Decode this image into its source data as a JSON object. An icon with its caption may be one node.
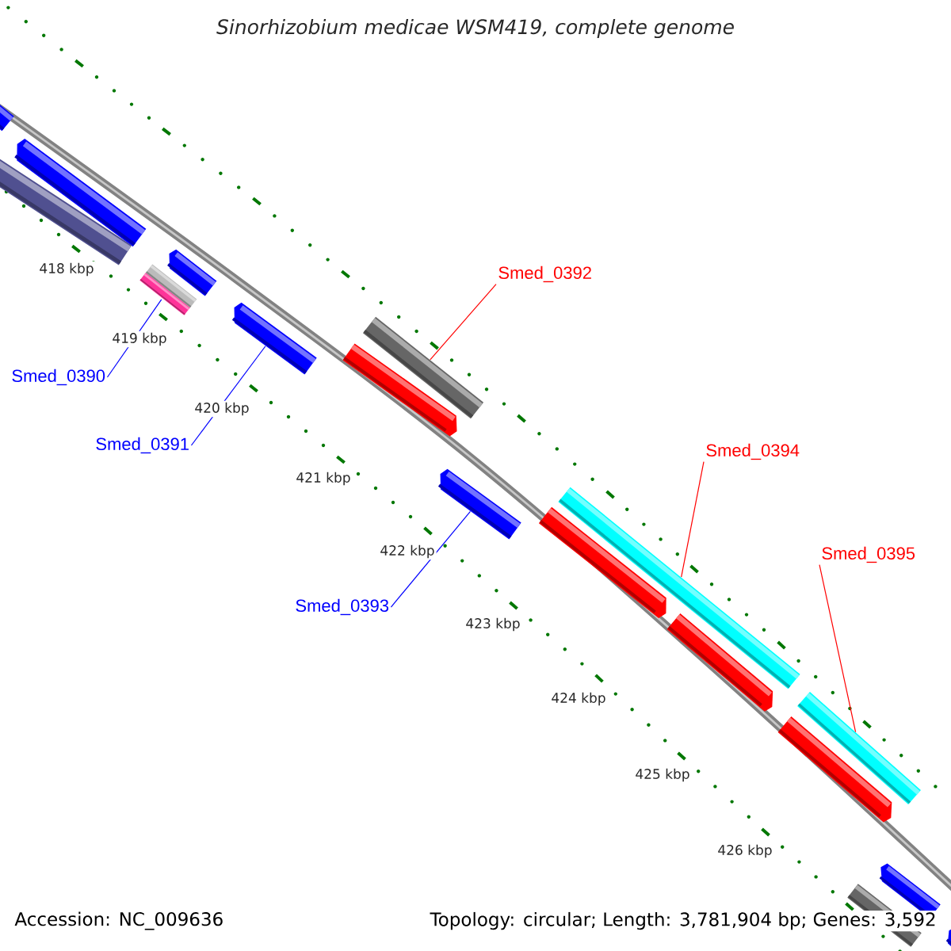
{
  "diagram": {
    "title": "Sinorhizobium medicae WSM419, complete genome",
    "nodes": [
      {
        "text": [
          "Smed_0390"
        ]
      },
      {
        "text": [
          "Smed_0391"
        ]
      },
      {
        "text": [
          "Smed_0392"
        ]
      },
      {
        "text": [
          "Smed_0393"
        ]
      },
      {
        "text": [
          "Smed_0394"
        ]
      },
      {
        "text": [
          "Smed_0395"
        ]
      },
      {
        "text": [],
        "shape": "bar"
      },
      {
        "text": [],
        "shape": "bar"
      },
      {
        "text": [],
        "shape": "bar"
      },
      {
        "text": [],
        "shape": "bar"
      },
      {
        "text": [],
        "shape": "bar"
      },
      {
        "text": [],
        "shape": "bar"
      }
    ],
    "edges": [
      {
        "from": 0,
        "to": 6,
        "arrow": "none",
        "color": "#0000ff"
      },
      {
        "from": 1,
        "to": 7,
        "arrow": "none",
        "color": "#0000ff"
      },
      {
        "from": 2,
        "to": 8,
        "arrow": "none",
        "color": "#ff0000"
      },
      {
        "from": 3,
        "to": 9,
        "arrow": "none",
        "color": "#0000ff"
      },
      {
        "from": 4,
        "to": 10,
        "arrow": "none",
        "color": "#ff0000"
      },
      {
        "from": 5,
        "to": 11,
        "arrow": "none",
        "color": "#ff0000"
      }
    ],
    "labels": [
      "418 kbp",
      "419 kbp",
      "420 kbp",
      "421 kbp",
      "422 kbp",
      "423 kbp",
      "424 kbp",
      "425 kbp",
      "426 kbp",
      "Accession: NC_009636",
      "Topology: circular; Length: 3,781,904 bp; Genes: 3,592"
    ]
  }
}
